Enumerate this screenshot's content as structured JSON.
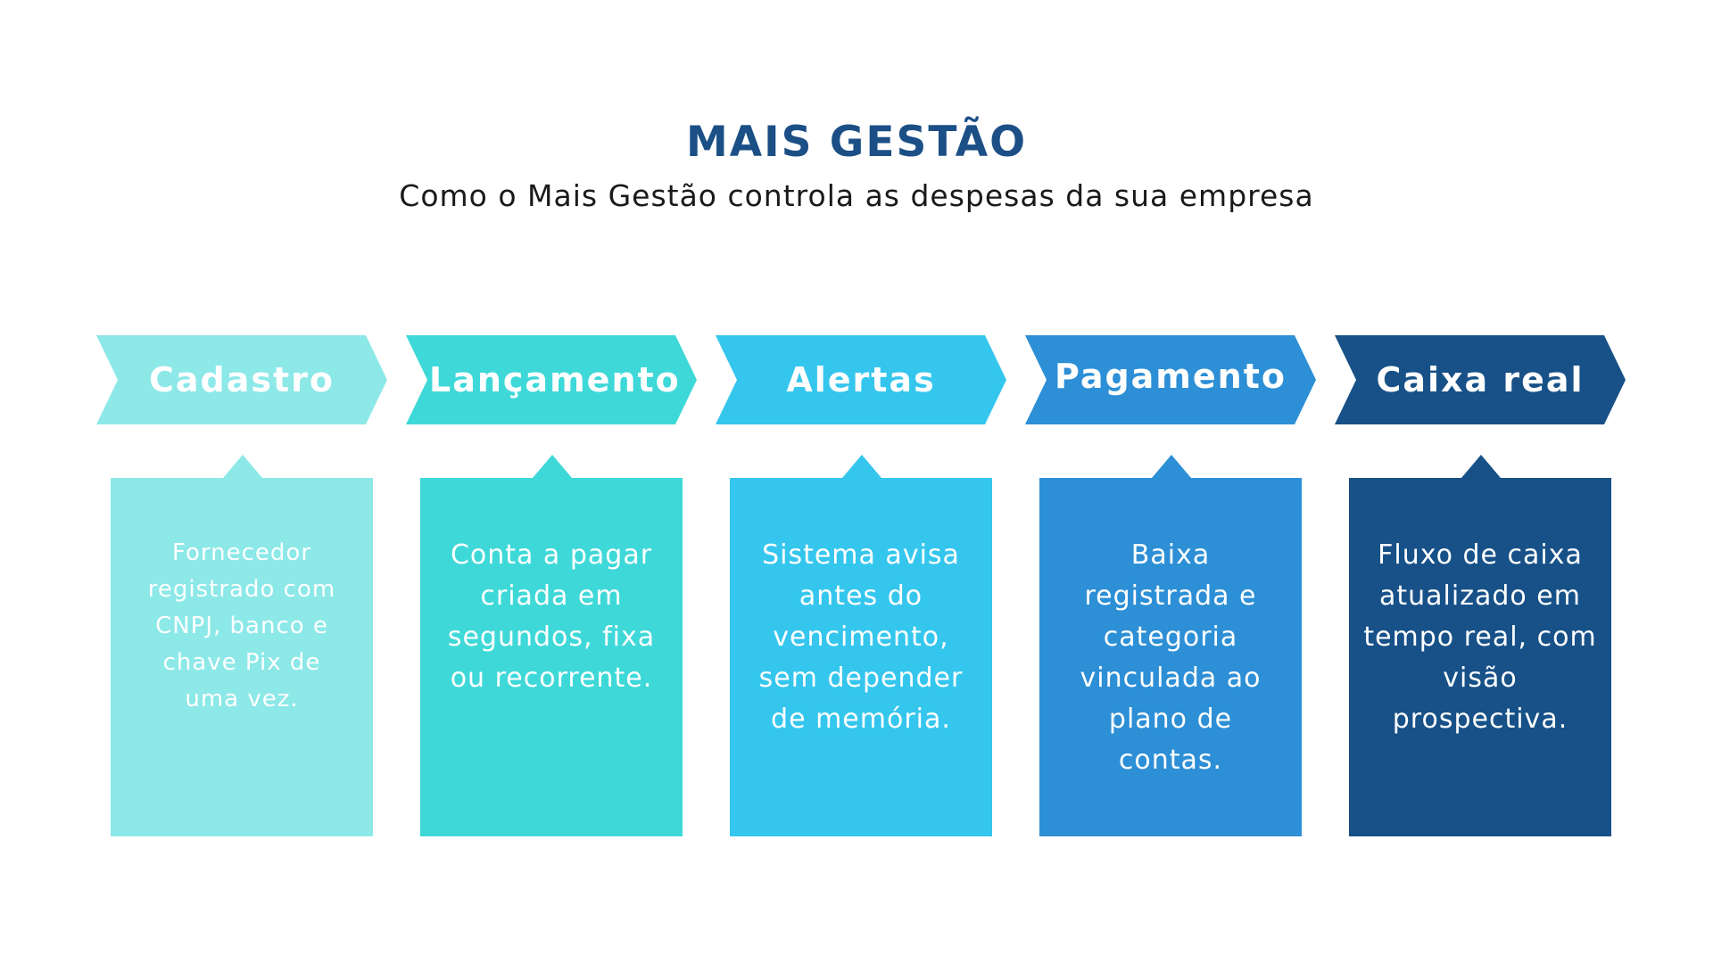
{
  "header": {
    "title": "MAIS GESTÃO",
    "subtitle": "Como o Mais Gestão controla as despesas da sua empresa"
  },
  "steps": [
    {
      "label": "Cadastro",
      "description": "Fornecedor registrado com CNPJ, banco e chave Pix de uma vez.",
      "color": "#8de8e8"
    },
    {
      "label": "Lançamento",
      "description": "Conta a pagar criada em segundos, fixa ou recorrente.",
      "color": "#3fd8d8"
    },
    {
      "label": "Alertas",
      "description": "Sistema avisa antes do vencimento, sem depender de memória.",
      "color": "#35c6ee"
    },
    {
      "label": "Pagamento",
      "description": "Baixa registrada e categoria vinculada ao plano de contas.",
      "color": "#2d8fd6"
    },
    {
      "label": "Caixa real",
      "description": "Fluxo de caixa atualizado em tempo real, com visão prospectiva.",
      "color": "#175188"
    }
  ]
}
